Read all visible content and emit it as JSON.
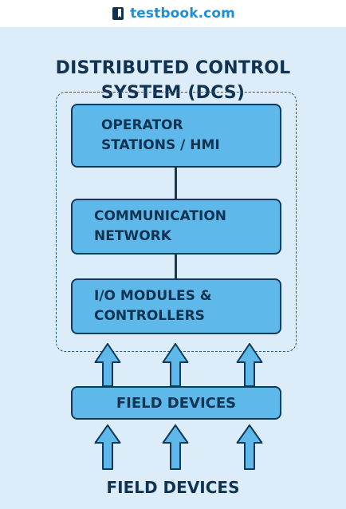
{
  "brand": {
    "name": "testbook.com",
    "icon": "book-logo-icon"
  },
  "title": "DISTRIBUTED CONTROL\nSYSTEM (DCS)",
  "blocks": {
    "operator": "OPERATOR\nSTATIONS / HMI",
    "communication": "COMMUNICATION\nNETWORK",
    "io": "I/O MODULES &\nCONTROLLERS",
    "field": "FIELD DEVICES"
  },
  "bottom_label": "FIELD DEVICES",
  "colors": {
    "background": "#dcecf9",
    "block_fill": "#5fb8ea",
    "outline": "#0f3a5a",
    "text": "#0f3350",
    "brand": "#1d8fd8"
  }
}
